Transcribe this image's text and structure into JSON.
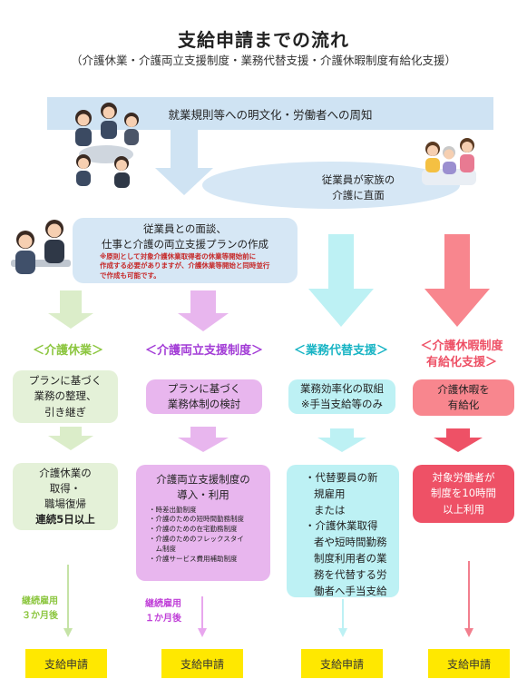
{
  "header": {
    "title": "支給申請までの流れ",
    "subtitle": "（介護休業・介護両立支援制度・業務代替支援・介護休暇制度有給化支援）"
  },
  "steps": {
    "rules": "就業規則等への明文化・労働者への周知",
    "family_line1": "従業員が家族の",
    "family_line2": "介護に直面",
    "interview_line1": "従業員との面談、",
    "interview_line2": "仕事と介護の両立支援プランの作成",
    "note_line1": "※原則として対象介護休業取得者の休業等開始前に",
    "note_line2": "作成する必要がありますが、介護休業等開始と同時並行",
    "note_line3": "で作成も可能です。"
  },
  "columns": [
    {
      "category": "＜介護休業＞",
      "step1": [
        "プランに基づく",
        "業務の整理、",
        "引き継ぎ"
      ],
      "step2": [
        "介護休業の",
        "取得・",
        "職場復帰"
      ],
      "step2_bold": "連続5日以上",
      "continuation": [
        "継続雇用",
        "３か月後"
      ],
      "apply": "支給申請"
    },
    {
      "category": "＜介護両立支援制度＞",
      "step1": [
        "プランに基づく",
        "業務体制の検討"
      ],
      "step2": [
        "介護両立支援制度の",
        "導入・利用"
      ],
      "bullets": [
        "・時差出勤制度",
        "・介護のための短時間勤務制度",
        "・介護のための在宅勤務制度",
        "・介護のためのフレックスタイ",
        "　ム制度",
        "・介護サービス費用補助制度"
      ],
      "continuation": [
        "継続雇用",
        "１か月後"
      ],
      "apply": "支給申請"
    },
    {
      "category": "＜業務代替支援＞",
      "step1": [
        "業務効率化の取組",
        "※手当支給等のみ"
      ],
      "step2": [
        "・代替要員の新",
        "規雇用",
        "または",
        "・介護休業取得",
        "者や短時間勤務",
        "制度利用者の業",
        "務を代替する労",
        "働者へ手当支給"
      ],
      "apply": "支給申請"
    },
    {
      "category_line1": "＜介護休暇制度",
      "category_line2": "有給化支援＞",
      "step1": [
        "介護休暇を",
        "有給化"
      ],
      "step2": [
        "対象労働者が",
        "制度を10時間",
        "以上利用"
      ],
      "apply": "支給申請"
    }
  ],
  "colors": {
    "blue": "#cfe3f3",
    "green": "#8cc63f",
    "green_light": "#e4f1d8",
    "purple": "#a23bd6",
    "purple_light": "#e8b6ee",
    "cyan": "#18b4c4",
    "cyan_light": "#bdf1f4",
    "red": "#ee5166",
    "red_light": "#f8868e",
    "yellow": "#ffe800"
  }
}
